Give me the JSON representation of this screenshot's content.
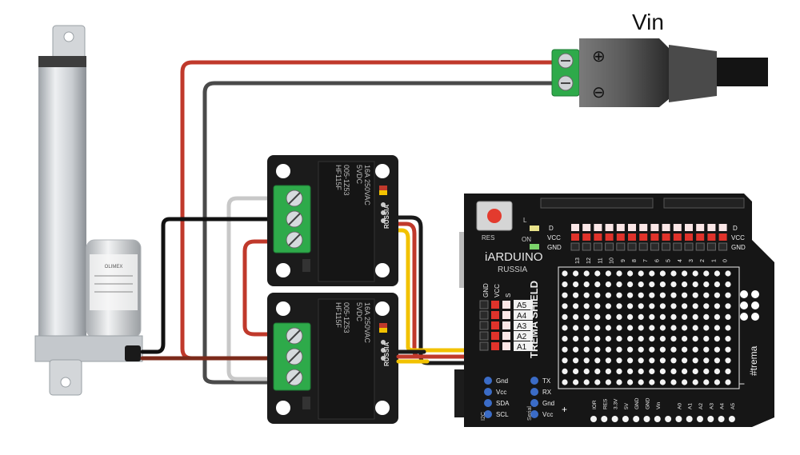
{
  "power": {
    "label": "Vin",
    "plus_symbol": "⊕",
    "minus_symbol": "⊖"
  },
  "relays": [
    {
      "model": "HF115F",
      "part": "005-1Z53",
      "rating_1": "5VDC",
      "rating_2": "16A 250VAC",
      "brand": "RUSSIA"
    },
    {
      "model": "HF115F",
      "part": "005-1Z53",
      "rating_1": "5VDC",
      "rating_2": "16A 250VAC",
      "brand": "RUSSIA"
    }
  ],
  "actuator": {
    "label_text": "OLIMEX"
  },
  "shield": {
    "brand": "iARDUINO",
    "brand_sub": "RUSSIA",
    "title": "TREMA SHIELD",
    "hash": "#trema",
    "reset_label": "RES",
    "led_l": "L",
    "led_on": "ON",
    "row_d": "D",
    "row_vcc": "VCC",
    "row_gnd": "GND",
    "digital_pins": [
      "13",
      "12",
      "11",
      "10",
      "9",
      "8",
      "7",
      "6",
      "5",
      "4",
      "3",
      "2",
      "1",
      "0"
    ],
    "analog_header": [
      "GND",
      "VCC",
      "S"
    ],
    "analog_pins": [
      "A5",
      "A4",
      "A3",
      "A2",
      "A1"
    ],
    "i2c_pins": [
      "Gnd",
      "Vcc",
      "SDA",
      "SCL"
    ],
    "i2c_label": "I2C",
    "serial_pins": [
      "TX",
      "RX",
      "Gnd",
      "Vcc"
    ],
    "serial_label": "Serial",
    "bottom_pins": [
      "IOR",
      "RES",
      "3.3V",
      "5V",
      "GND",
      "GND",
      "Vin",
      "",
      "A0",
      "A1",
      "A2",
      "A3",
      "A4",
      "A5"
    ],
    "plus": "+",
    "minus": "−"
  }
}
